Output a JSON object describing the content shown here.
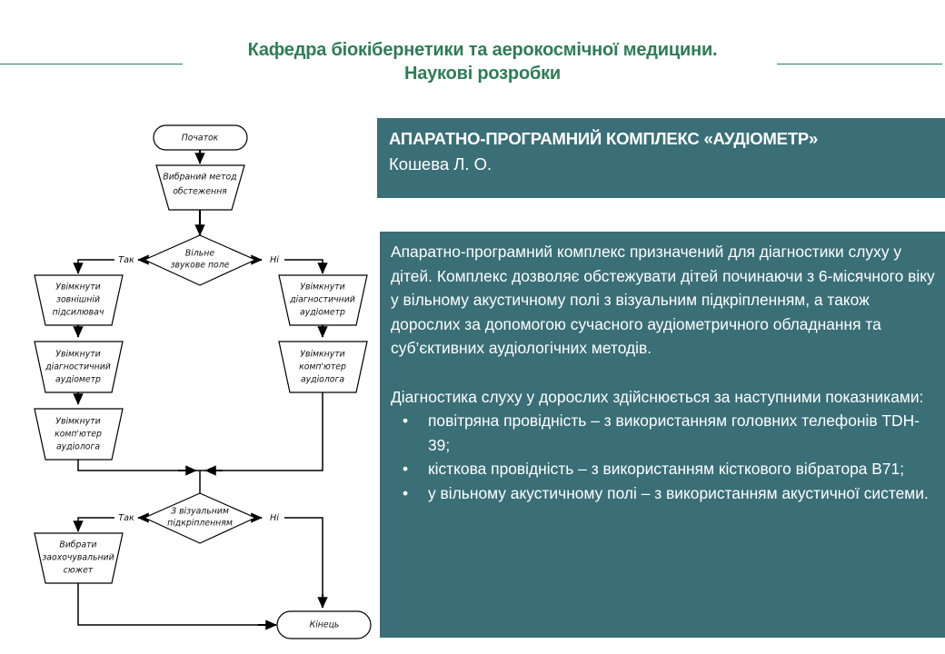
{
  "header": {
    "title_line1": "Кафедра біокібернетики та аерокосмічної медицини.",
    "title_line2": "Наукові розробки",
    "accent_color": "#2E7D57"
  },
  "title_panel": {
    "project_title": "АПАРАТНО-ПРОГРАМНИЙ КОМПЛЕКС «АУДІОМЕТР»",
    "author": "Кошева Л. О.",
    "background_color": "#3A6F77"
  },
  "body_panel": {
    "background_color": "#3A6F77",
    "paragraph1": "Апаратно-програмний комплекс призначений для діагностики слуху у дітей. Комплекс дозволяє обстежувати дітей починаючи з 6-місячного віку у вільному акустичному полі з візуальним підкріпленням, а також дорослих за допомогою сучасного аудіометричного обладнання та суб’єктивних аудіологічних методів.",
    "paragraph2": "Діагностика слуху у дорослих здійснюється за наступними показниками:",
    "bullet_char": "•",
    "bullets": [
      "повітряна провідність – з використанням головних телефонів TDH-39;",
      "кісткова провідність – з використанням  кісткового вібратора B71;",
      "у вільному акустичному полі – з використанням акустичної системи."
    ]
  },
  "flowchart": {
    "nodes": {
      "start": "Початок",
      "method": {
        "line1": "Вибраний метод",
        "line2": "обстеження"
      },
      "decision1": {
        "line1": "Вільне",
        "line2": "звукове поле"
      },
      "left1": {
        "line1": "Увімкнути",
        "line2": "зовнішній",
        "line3": "підсилювач"
      },
      "left2": {
        "line1": "Увімкнути",
        "line2": "діагностичний",
        "line3": "аудіометр"
      },
      "left3": {
        "line1": "Увімкнути",
        "line2": "комп'ютер",
        "line3": "аудіолога"
      },
      "right1": {
        "line1": "Увімкнути",
        "line2": "діагностичний",
        "line3": "аудіометр"
      },
      "right2": {
        "line1": "Увімкнути",
        "line2": "комп'ютер",
        "line3": "аудіолога"
      },
      "decision2": {
        "line1": "З візуальним",
        "line2": "підкріпленням"
      },
      "bottomleft": {
        "line1": "Вибрати",
        "line2": "заохочувальний",
        "line3": "сюжет"
      },
      "end": "Кінець"
    },
    "labels": {
      "yes1": "Так",
      "no1": "Ні",
      "yes2": "Так",
      "no2": "Ні"
    }
  }
}
